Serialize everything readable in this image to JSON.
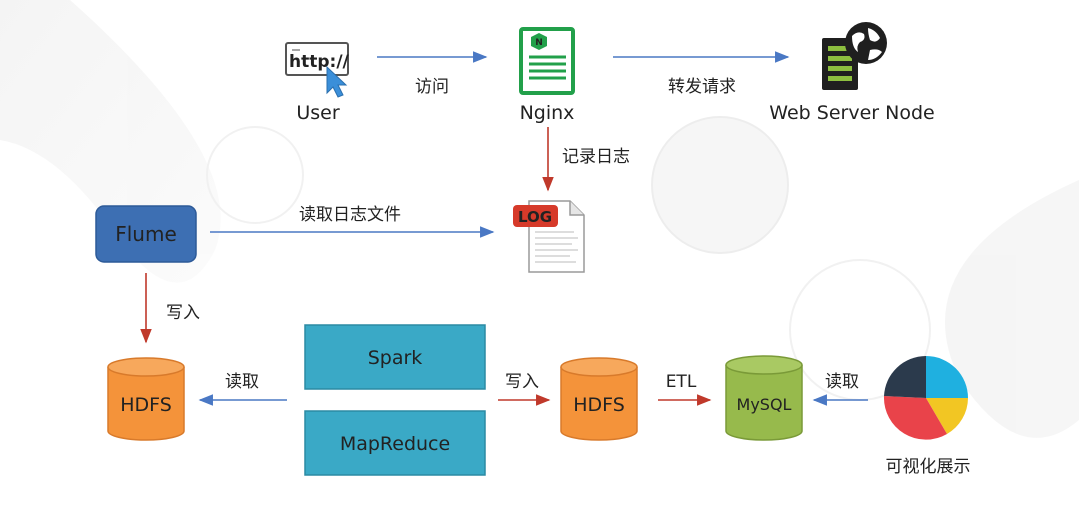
{
  "nodes": {
    "user": {
      "url_text": "http://",
      "label": "User"
    },
    "nginx": {
      "label": "Nginx",
      "badge": "N"
    },
    "web_server": {
      "label": "Web Server Node"
    },
    "log_file": {
      "badge": "LOG"
    },
    "flume": {
      "label": "Flume"
    },
    "hdfs_left": {
      "label": "HDFS"
    },
    "spark": {
      "label": "Spark"
    },
    "mapreduce": {
      "label": "MapReduce"
    },
    "hdfs_right": {
      "label": "HDFS"
    },
    "mysql": {
      "label": "MySQL"
    },
    "visualization": {
      "label": "可视化展示"
    }
  },
  "edges": {
    "user_to_nginx": "访问",
    "nginx_to_server": "转发请求",
    "nginx_to_log": "记录日志",
    "flume_to_log": "读取日志文件",
    "flume_to_hdfs": "写入",
    "spark_reads_hdfs": "读取",
    "spark_writes_hdfs": "写入",
    "hdfs_to_mysql": "ETL",
    "viz_reads_mysql": "读取"
  },
  "colors": {
    "flume": "#3d6fb3",
    "hdfs": "#f4933a",
    "compute": "#3aa9c6",
    "mysql": "#97ba4c",
    "nginx": "#22a04a",
    "arrow_blue": "#4a78c4",
    "arrow_red": "#c0392b"
  },
  "icons": {
    "user": "browser-cursor-icon",
    "nginx": "nginx-server-icon",
    "web_server": "server-globe-icon",
    "log": "log-file-icon",
    "visualization": "pie-chart-icon"
  }
}
